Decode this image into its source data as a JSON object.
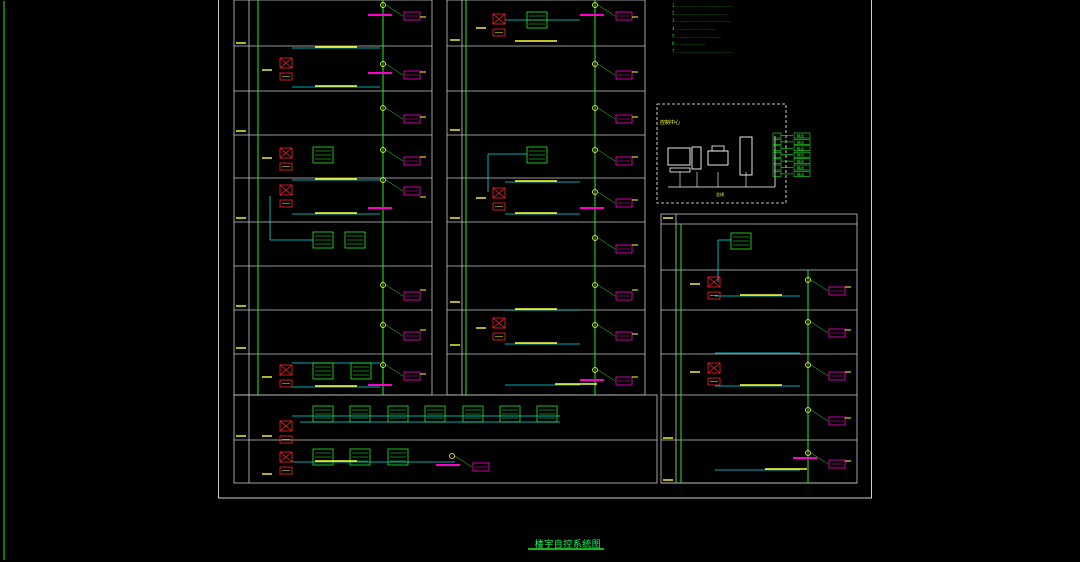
{
  "drawing": {
    "title": "楼宇自控系统图",
    "colors": {
      "background": "#000000",
      "frame": "#ffffff",
      "grid": "#c8c8c8",
      "cyan": "#00e5e5",
      "green": "#22ee22",
      "yellow": "#ffff33",
      "magenta": "#ff00cc",
      "red": "#ff2222",
      "white": "#ffffff"
    }
  },
  "notes": {
    "lines": [
      "1. ...........................................",
      "2. ........................................",
      "3. ..........................................",
      "4. ...............................",
      "5. ...................................",
      "6. ......................",
      "7. ..........................................."
    ]
  },
  "legend_panel": {
    "title": "控制中心",
    "bus_label": "总线",
    "outputs": [
      "输出",
      "输出",
      "输出",
      "输出",
      "输出",
      "输出",
      "输出"
    ]
  }
}
